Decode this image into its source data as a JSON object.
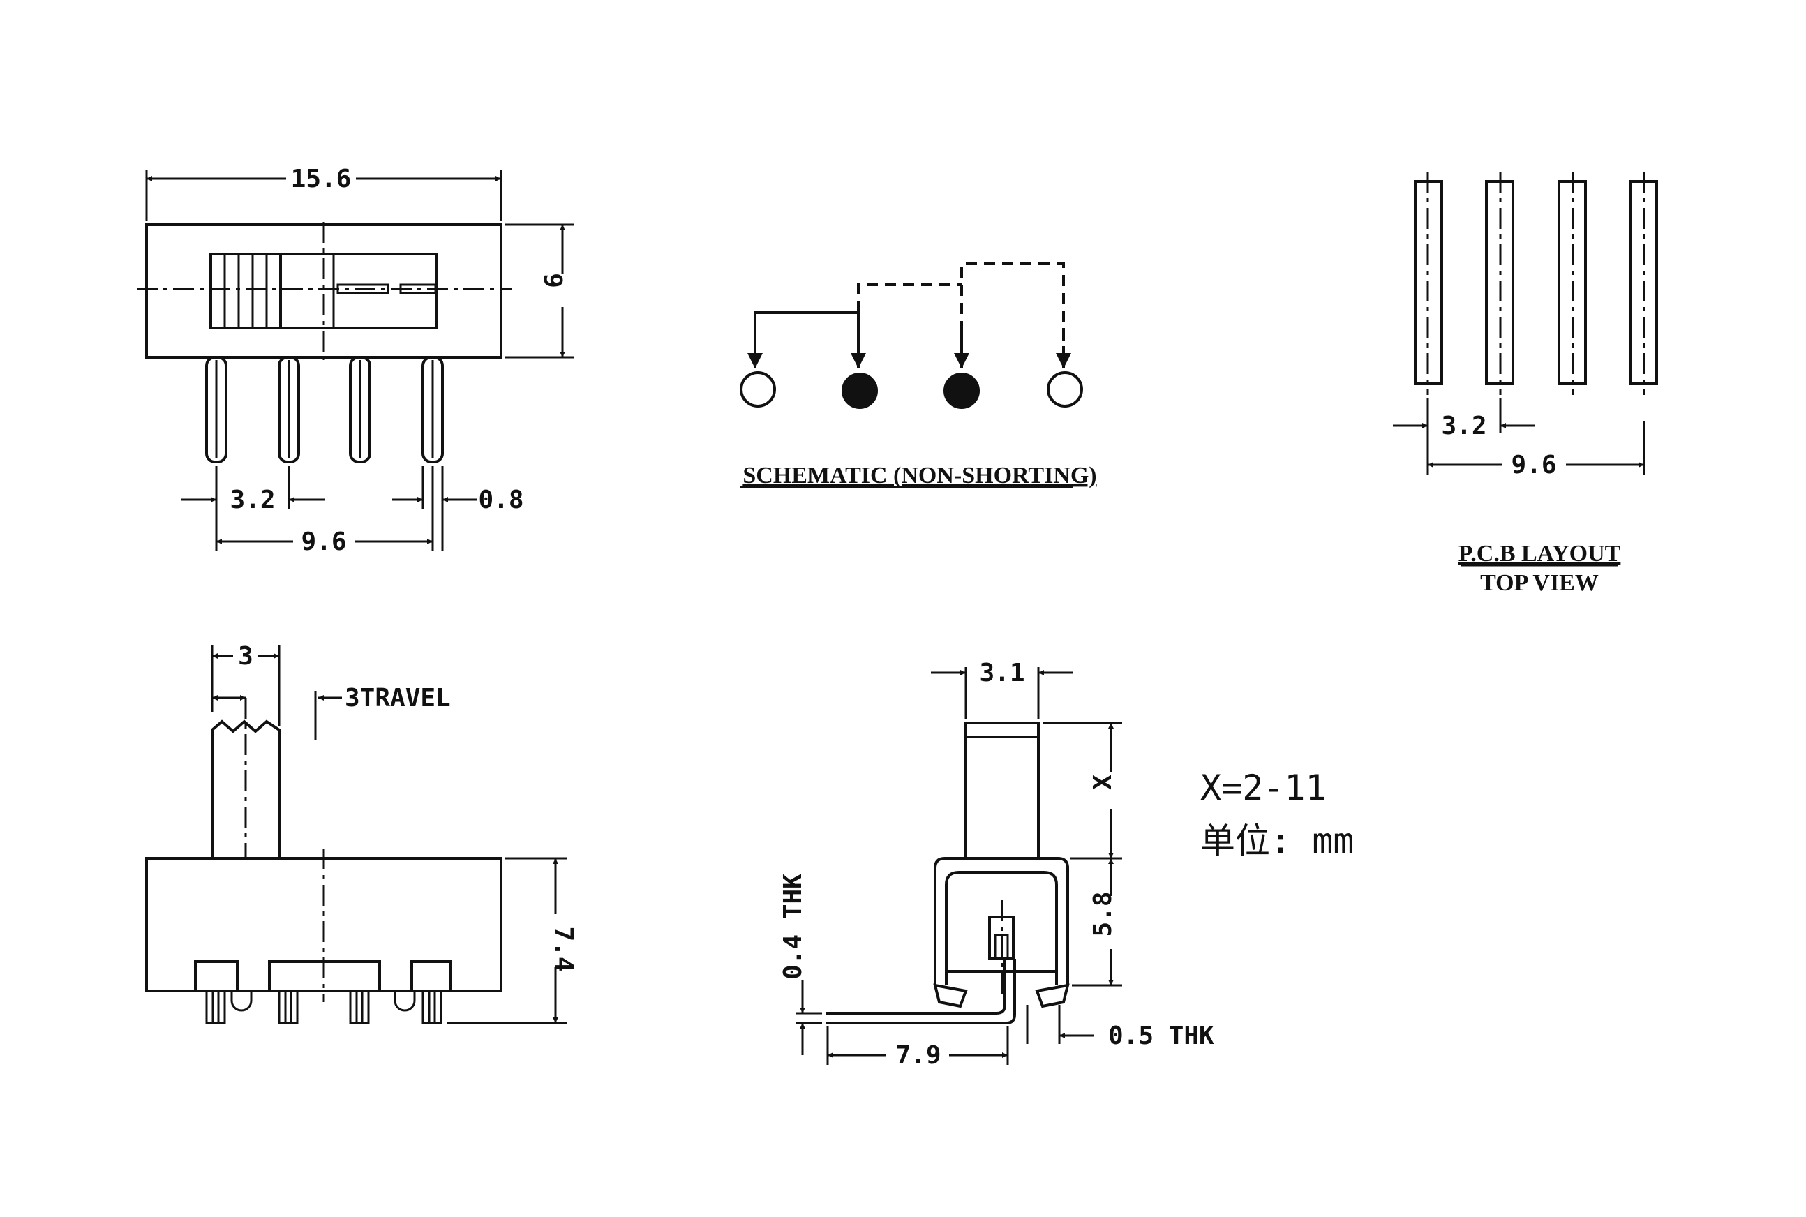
{
  "front_view": {
    "width_dim": "15.6",
    "height_dim": "6",
    "pitch_dim": "3.2",
    "pin_dim": "0.8",
    "span_dim": "9.6"
  },
  "schematic": {
    "title": "SCHEMATIC (NON-SHORTING)"
  },
  "pcb": {
    "pitch_dim": "3.2",
    "span_dim": "9.6",
    "title_line1": "P.C.B LAYOUT",
    "title_line2": "TOP VIEW"
  },
  "side_view": {
    "actuator_dim": "3",
    "travel_label": "3TRAVEL",
    "height_dim": "7.4"
  },
  "end_view": {
    "actuator_dim": "3.1",
    "x_dim": "X",
    "body_dim": "5.8",
    "thk1_label": "0.4 THK",
    "length_dim": "7.9",
    "thk2_label": "0.5 THK"
  },
  "notes": {
    "x_range": "X=2-11",
    "units": "单位: mm"
  }
}
